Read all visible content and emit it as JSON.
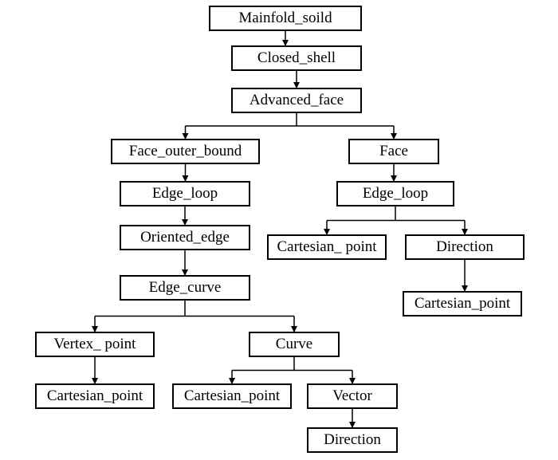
{
  "nodes": {
    "mainfold_soild": "Mainfold_soild",
    "closed_shell": "Closed_shell",
    "advanced_face": "Advanced_face",
    "face_outer_bound": "Face_outer_bound",
    "face": "Face",
    "edge_loop_left": "Edge_loop",
    "edge_loop_right": "Edge_loop",
    "oriented_edge": "Oriented_edge",
    "cartesian_point_right_1": "Cartesian_ point",
    "direction_right": "Direction",
    "edge_curve": "Edge_curve",
    "cartesian_point_right_2": "Cartesian_point",
    "vertex_point": "Vertex_ point",
    "curve": "Curve",
    "cartesian_point_left": "Cartesian_point",
    "cartesian_point_mid": "Cartesian_point",
    "vector": "Vector",
    "direction_bottom": "Direction"
  },
  "edges": [
    [
      "mainfold_soild",
      "closed_shell"
    ],
    [
      "closed_shell",
      "advanced_face"
    ],
    [
      "advanced_face",
      "face_outer_bound"
    ],
    [
      "advanced_face",
      "face"
    ],
    [
      "face_outer_bound",
      "edge_loop_left"
    ],
    [
      "edge_loop_left",
      "oriented_edge"
    ],
    [
      "oriented_edge",
      "edge_curve"
    ],
    [
      "edge_curve",
      "vertex_point"
    ],
    [
      "edge_curve",
      "curve"
    ],
    [
      "vertex_point",
      "cartesian_point_left"
    ],
    [
      "curve",
      "cartesian_point_mid"
    ],
    [
      "curve",
      "vector"
    ],
    [
      "vector",
      "direction_bottom"
    ],
    [
      "face",
      "edge_loop_right"
    ],
    [
      "edge_loop_right",
      "cartesian_point_right_1"
    ],
    [
      "edge_loop_right",
      "direction_right"
    ],
    [
      "direction_right",
      "cartesian_point_right_2"
    ]
  ]
}
